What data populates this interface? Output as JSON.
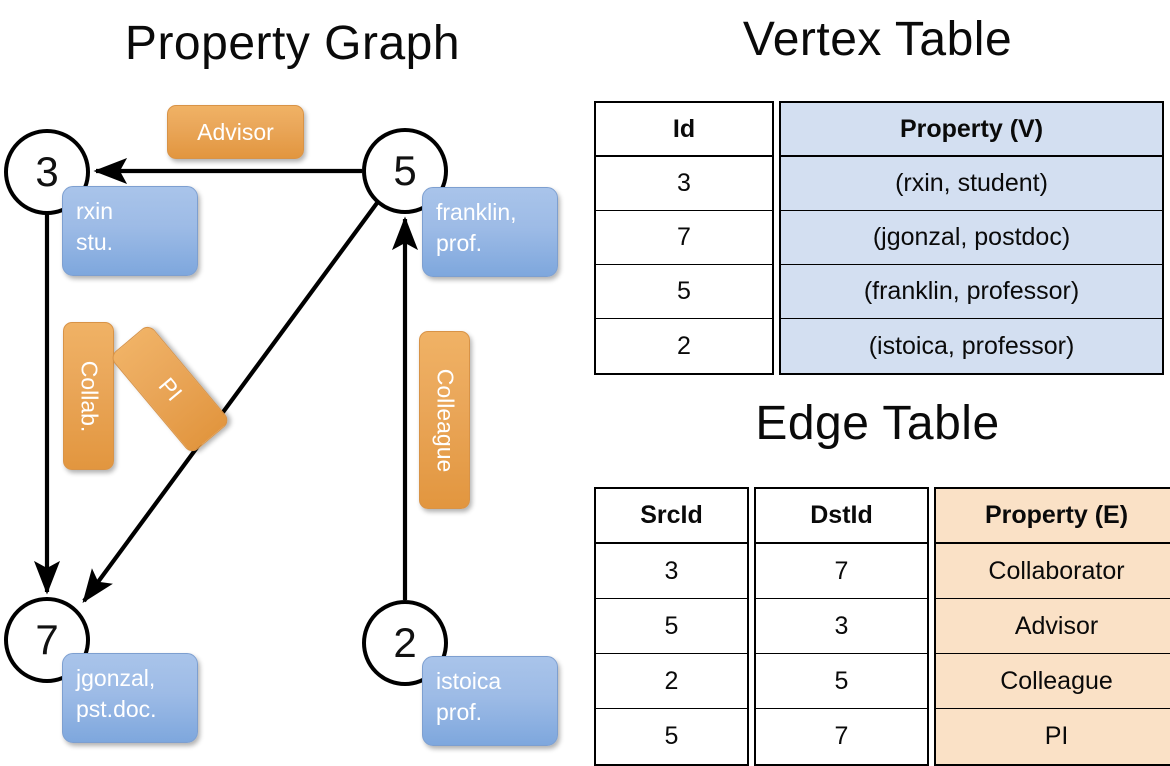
{
  "titles": {
    "property_graph": "Property Graph",
    "vertex_table": "Vertex Table",
    "edge_table": "Edge Table"
  },
  "graph": {
    "nodes": [
      {
        "id": "3",
        "label": "3",
        "property": "rxin\nstu."
      },
      {
        "id": "5",
        "label": "5",
        "property": "franklin,\nprof."
      },
      {
        "id": "7",
        "label": "7",
        "property": "jgonzal,\npst.doc."
      },
      {
        "id": "2",
        "label": "2",
        "property": "istoica\nprof."
      }
    ],
    "edge_labels": [
      {
        "name": "advisor",
        "text": "Advisor"
      },
      {
        "name": "collab",
        "text": "Collab."
      },
      {
        "name": "pi",
        "text": "PI"
      },
      {
        "name": "colleague",
        "text": "Colleague"
      }
    ],
    "edges": [
      {
        "src": "5",
        "dst": "3",
        "label": "Advisor"
      },
      {
        "src": "3",
        "dst": "7",
        "label": "Collab."
      },
      {
        "src": "5",
        "dst": "7",
        "label": "PI"
      },
      {
        "src": "2",
        "dst": "5",
        "label": "Colleague"
      }
    ]
  },
  "vertex_table": {
    "headers": [
      "Id",
      "Property (V)"
    ],
    "rows": [
      {
        "id": "3",
        "property": "(rxin, student)"
      },
      {
        "id": "7",
        "property": "(jgonzal, postdoc)"
      },
      {
        "id": "5",
        "property": "(franklin, professor)"
      },
      {
        "id": "2",
        "property": "(istoica, professor)"
      }
    ]
  },
  "edge_table": {
    "headers": [
      "SrcId",
      "DstId",
      "Property (E)"
    ],
    "rows": [
      {
        "src": "3",
        "dst": "7",
        "property": "Collaborator"
      },
      {
        "src": "5",
        "dst": "3",
        "property": "Advisor"
      },
      {
        "src": "2",
        "dst": "5",
        "property": "Colleague"
      },
      {
        "src": "5",
        "dst": "7",
        "property": "PI"
      }
    ]
  },
  "colors": {
    "vertex_property_fill": "#d3dff1",
    "edge_property_fill": "#fae1c6",
    "node_box_blue": "#9dbbe6",
    "edge_label_orange": "#eaa75a",
    "stroke": "#000000"
  }
}
